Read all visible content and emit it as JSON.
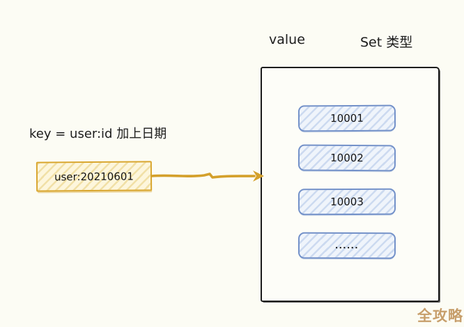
{
  "diagram": {
    "header": {
      "value_label": "value",
      "type_label": "Set 类型"
    },
    "key": {
      "caption": "key = user:id 加上日期",
      "box_text": "user:20210601"
    },
    "set_container": {
      "members": [
        "10001",
        "10002",
        "10003",
        "......"
      ]
    },
    "watermark": "全攻略",
    "colors": {
      "background": "#FCFCF4",
      "container_border": "#1C1C1C",
      "member_border": "#7391C9",
      "member_fill": "#EFF4FB",
      "member_hatch": "#CCDAF0",
      "key_border": "#D9A62E",
      "key_fill": "#FDF6DC",
      "key_hatch": "#F1E0A6",
      "arrow": "#D4A02B",
      "watermark_color": "#C79E6B",
      "text": "#1C1C1C"
    }
  }
}
